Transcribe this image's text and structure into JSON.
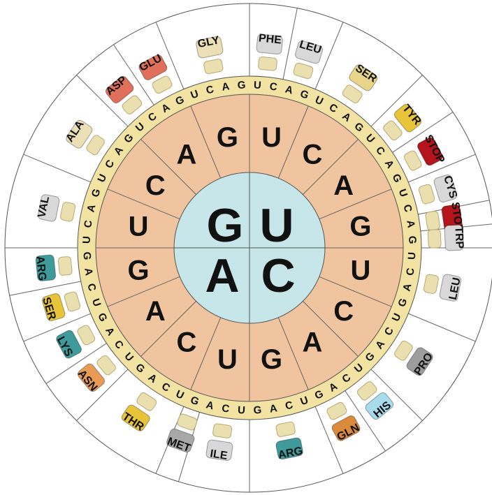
{
  "center": [
    "G",
    "U",
    "A",
    "C"
  ],
  "ring2": [
    "U",
    "C",
    "A",
    "G",
    "U",
    "C",
    "A",
    "G",
    "U",
    "C",
    "A",
    "G",
    "U",
    "C",
    "A",
    "G"
  ],
  "ring3": "UCAGUCAGUCAGUCAGUCAGUCAGUCAGUCAGUCAGUCAGUCAGUCAGUCAGUCAGUCAGUCAG",
  "amino_acids": [
    {
      "label": "PHE",
      "color": "#d8d8d8"
    },
    {
      "label": "LEU",
      "color": "#d8d8d8"
    },
    {
      "label": "SER",
      "color": "#e9d58a"
    },
    {
      "label": "TYR",
      "color": "#e8c43a"
    },
    {
      "label": "STOP",
      "color": "#b4141b"
    },
    {
      "label": "CYS",
      "color": "#d8d8d8"
    },
    {
      "label": "STOP",
      "color": "#b4141b"
    },
    {
      "label": "TRP",
      "color": "#d8d8d8"
    },
    {
      "label": "LEU",
      "color": "#d8d8d8"
    },
    {
      "label": "PRO",
      "color": "#9d9d9d"
    },
    {
      "label": "HIS",
      "color": "#a8dcec"
    },
    {
      "label": "GLN",
      "color": "#d98a3a"
    },
    {
      "label": "ARG",
      "color": "#3f9a9a"
    },
    {
      "label": "ILE",
      "color": "#d8d8d8"
    },
    {
      "label": "MET",
      "color": "#a8a8a8"
    },
    {
      "label": "THR",
      "color": "#e8c43a"
    },
    {
      "label": "ASN",
      "color": "#e99a55"
    },
    {
      "label": "LYS",
      "color": "#3f9a9a"
    },
    {
      "label": "SER",
      "color": "#e8c43a"
    },
    {
      "label": "ARG",
      "color": "#3f9a9a"
    },
    {
      "label": "VAL",
      "color": "#d8d8d8"
    },
    {
      "label": "ALA",
      "color": "#ebe0b5"
    },
    {
      "label": "ASP",
      "color": "#e0705a"
    },
    {
      "label": "GLU",
      "color": "#e0705a"
    },
    {
      "label": "GLY",
      "color": "#ebe0b5"
    }
  ],
  "colors": {
    "center": "#c6e6e9",
    "middle": "#efc49f",
    "ring": "#f2e3a2",
    "line": "#666666",
    "base": "#eadfaf"
  }
}
